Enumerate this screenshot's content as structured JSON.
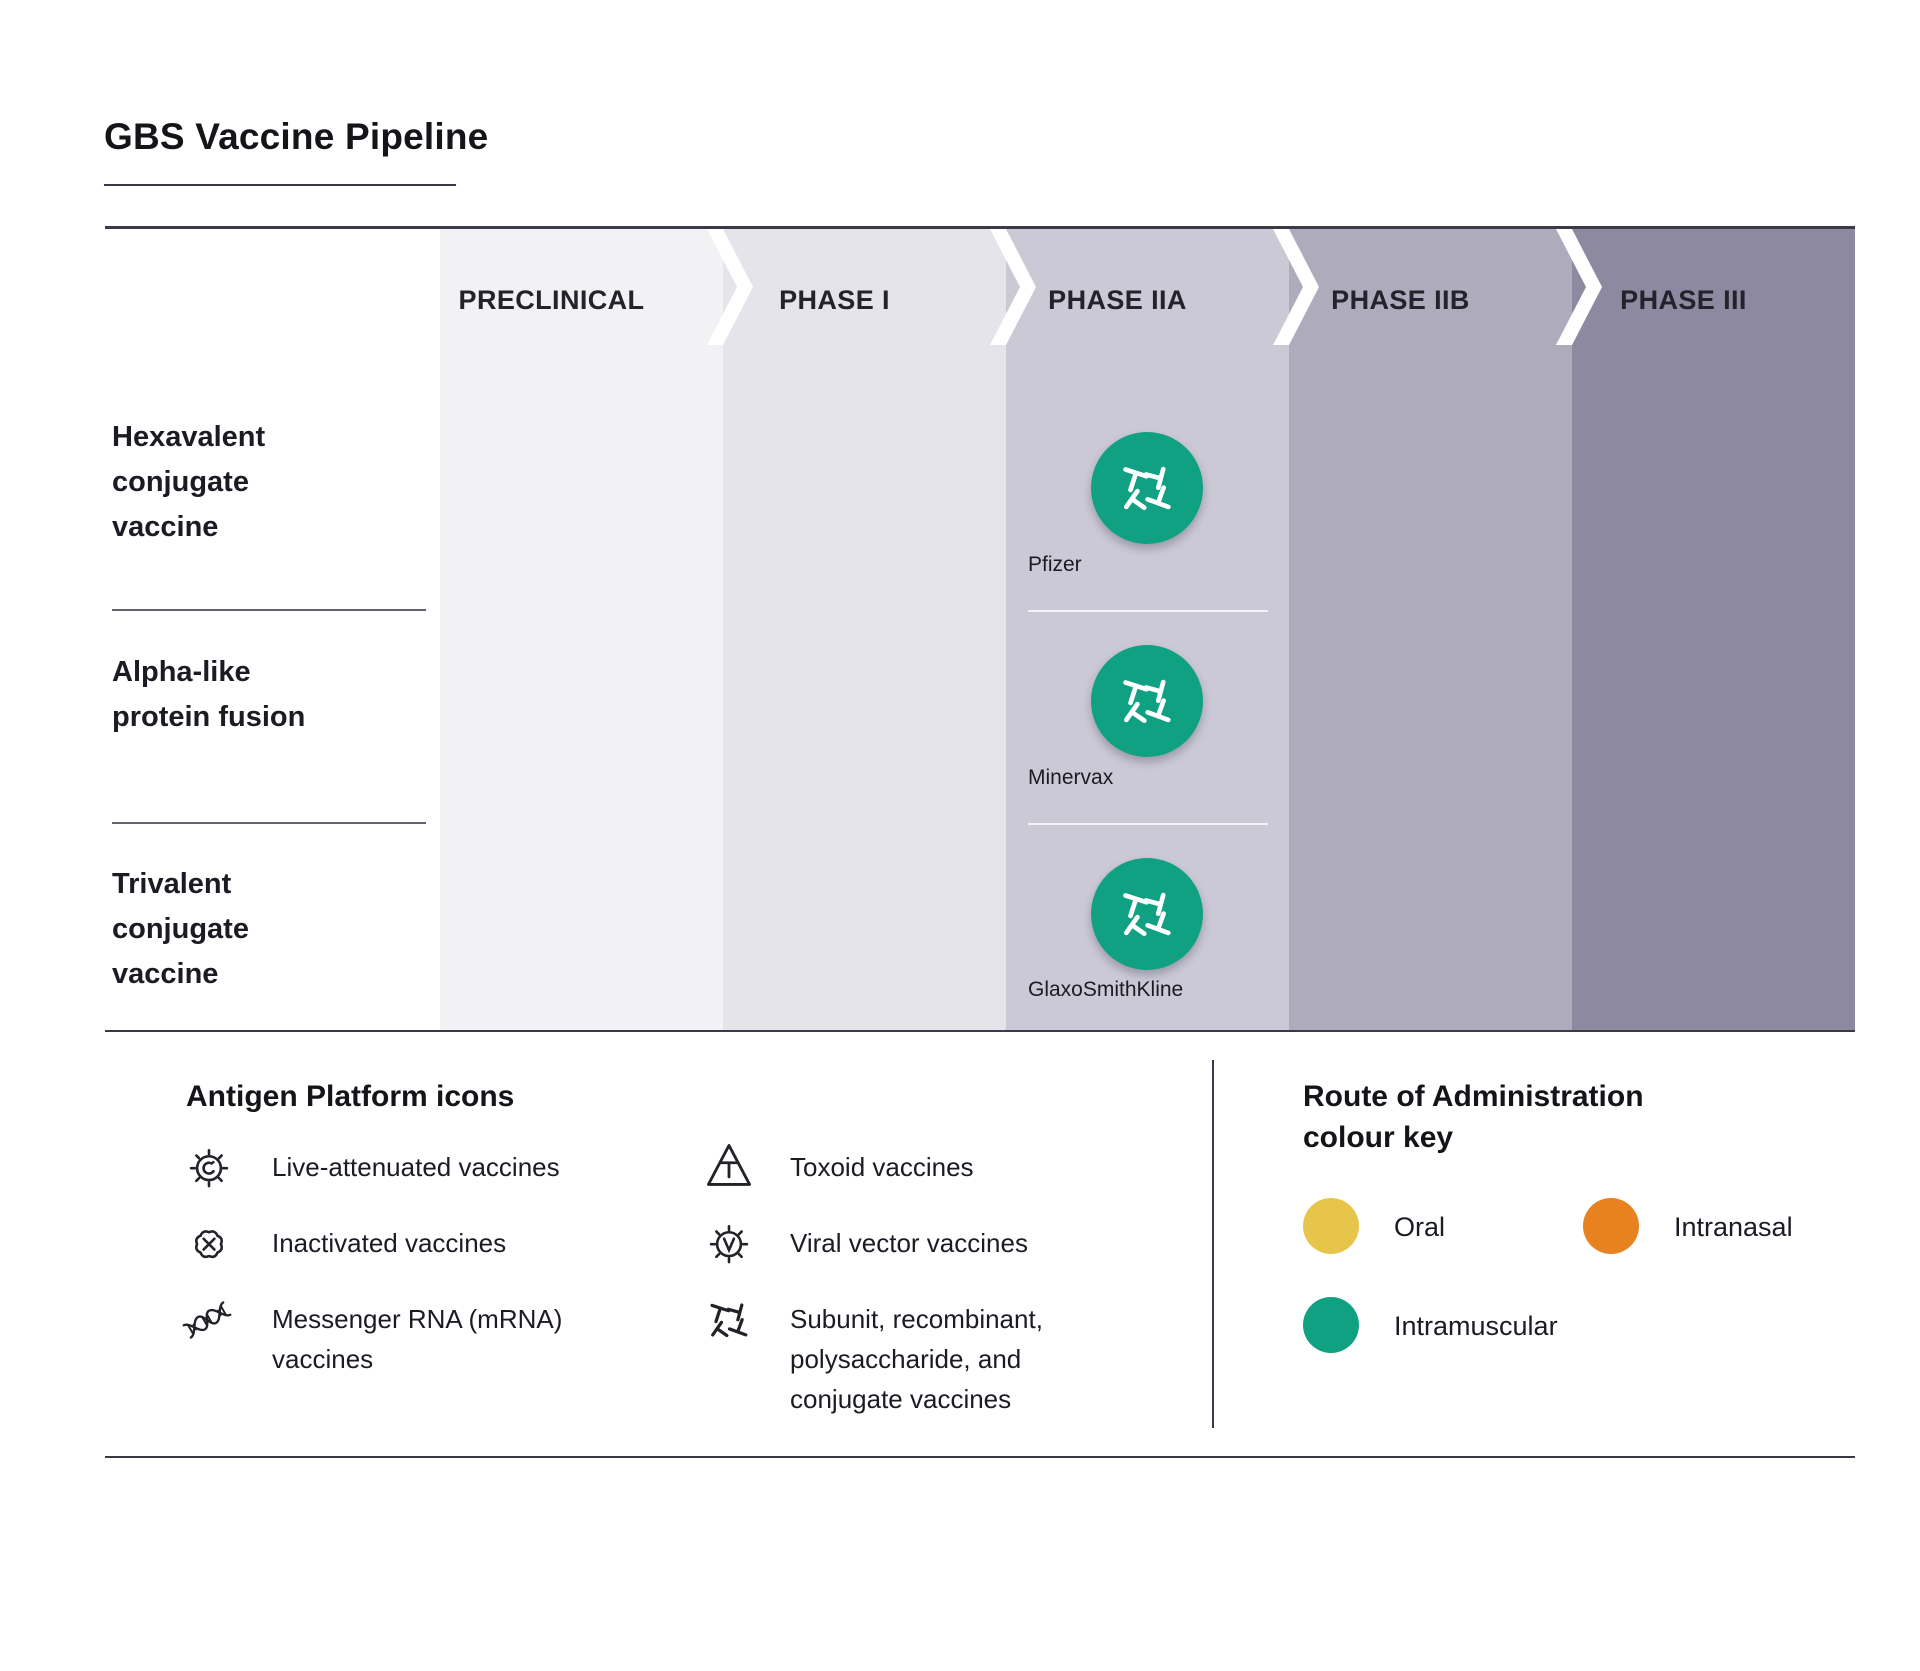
{
  "title": "GBS Vaccine Pipeline",
  "phases": [
    {
      "label": "PRECLINICAL",
      "color": "#f2f2f4"
    },
    {
      "label": "PHASE I",
      "color": "#e5e4ea"
    },
    {
      "label": "PHASE IIA",
      "color": "#cbc9d5"
    },
    {
      "label": "PHASE IIB",
      "color": "#aeabbd"
    },
    {
      "label": "PHASE III",
      "color": "#8d89a0"
    }
  ],
  "rows": [
    {
      "label": "Hexavalent\nconjugate\nvaccine"
    },
    {
      "label": "Alpha-like\nprotein fusion"
    },
    {
      "label": "Trivalent\nconjugate\nvaccine"
    }
  ],
  "pipeline_items": [
    {
      "company": "Pfizer",
      "row": "Hexavalent conjugate vaccine",
      "phase": "PHASE IIA",
      "platform_icon": "subunit-icon",
      "route": "Intramuscular",
      "route_color": "#10a183"
    },
    {
      "company": "Minervax",
      "row": "Alpha-like protein fusion",
      "phase": "PHASE IIA",
      "platform_icon": "subunit-icon",
      "route": "Intramuscular",
      "route_color": "#10a183"
    },
    {
      "company": "GlaxoSmithKline",
      "row": "Trivalent conjugate vaccine",
      "phase": "PHASE IIA",
      "platform_icon": "subunit-icon",
      "route": "Intramuscular",
      "route_color": "#10a183"
    }
  ],
  "legend": {
    "antigen_title": "Antigen Platform icons",
    "antigen_items": [
      {
        "icon": "live-attenuated-icon",
        "label": "Live-attenuated vaccines"
      },
      {
        "icon": "inactivated-icon",
        "label": "Inactivated vaccines"
      },
      {
        "icon": "mrna-icon",
        "label": "Messenger RNA (mRNA)\nvaccines"
      },
      {
        "icon": "toxoid-icon",
        "label": "Toxoid vaccines"
      },
      {
        "icon": "viral-vector-icon",
        "label": "Viral vector vaccines"
      },
      {
        "icon": "subunit-icon",
        "label": "Subunit, recombinant,\npolysaccharide, and\nconjugate vaccines"
      }
    ],
    "route_title": "Route of Administration\ncolour key",
    "routes": [
      {
        "label": "Oral",
        "color": "#e7c54b"
      },
      {
        "label": "Intranasal",
        "color": "#e8811f"
      },
      {
        "label": "Intramuscular",
        "color": "#10a183"
      }
    ]
  }
}
